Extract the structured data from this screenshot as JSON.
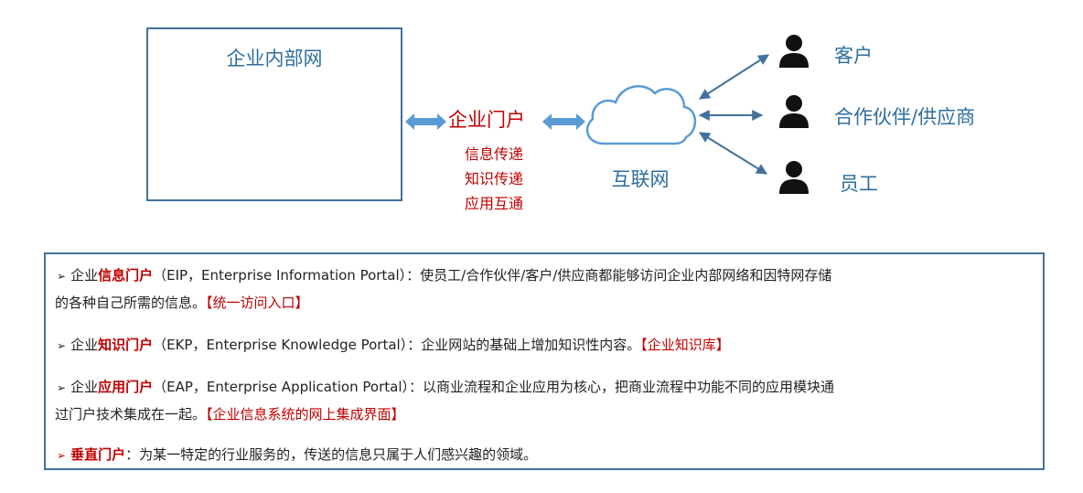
{
  "colors": {
    "accent_blue": "#41719c",
    "title_blue": "#2e6e9e",
    "red": "#c00000",
    "cloud": "#5b9bd5"
  },
  "intranet": {
    "title": "企业内部网",
    "icons": [
      "desktop-computer-icon",
      "desktop-computer-icon",
      "server-icon"
    ]
  },
  "portal": {
    "title": "企业门户",
    "functions": [
      "信息传递",
      "知识传递",
      "应用互通"
    ]
  },
  "internet": {
    "label": "互联网"
  },
  "parties": [
    {
      "label": "客户",
      "icon": "person-icon"
    },
    {
      "label": "合作伙伴/供应商",
      "icon": "person-icon"
    },
    {
      "label": "员工",
      "icon": "person-icon"
    }
  ],
  "descriptions": {
    "eip": {
      "prefix": "企业",
      "key": "信息门户",
      "abbr": "（EIP，Enterprise Information Portal）：",
      "text1": "使员工/合作伙伴/客户/供应商都能够访问企业内部网络和因特网存储",
      "text2": "的各种自己所需的信息。",
      "tag": "【统一访问入口】"
    },
    "ekp": {
      "prefix": "企业",
      "key": "知识门户",
      "abbr": "（EKP，Enterprise Knowledge Portal）：",
      "text1": "企业网站的基础上增加知识性内容。",
      "tag": "【企业知识库】"
    },
    "eap": {
      "prefix": "企业",
      "key": "应用门户",
      "abbr": "（EAP，Enterprise Application Portal）：",
      "text1": "以商业流程和企业应用为核心，把商业流程中功能不同的应用模块通",
      "text2": "过门户技术集成在一起。",
      "tag": "【企业信息系统的网上集成界面】"
    },
    "vertical": {
      "key": "垂直门户",
      "text1": "：为某一特定的行业服务的，传送的信息只属于人们感兴趣的领域。"
    }
  }
}
